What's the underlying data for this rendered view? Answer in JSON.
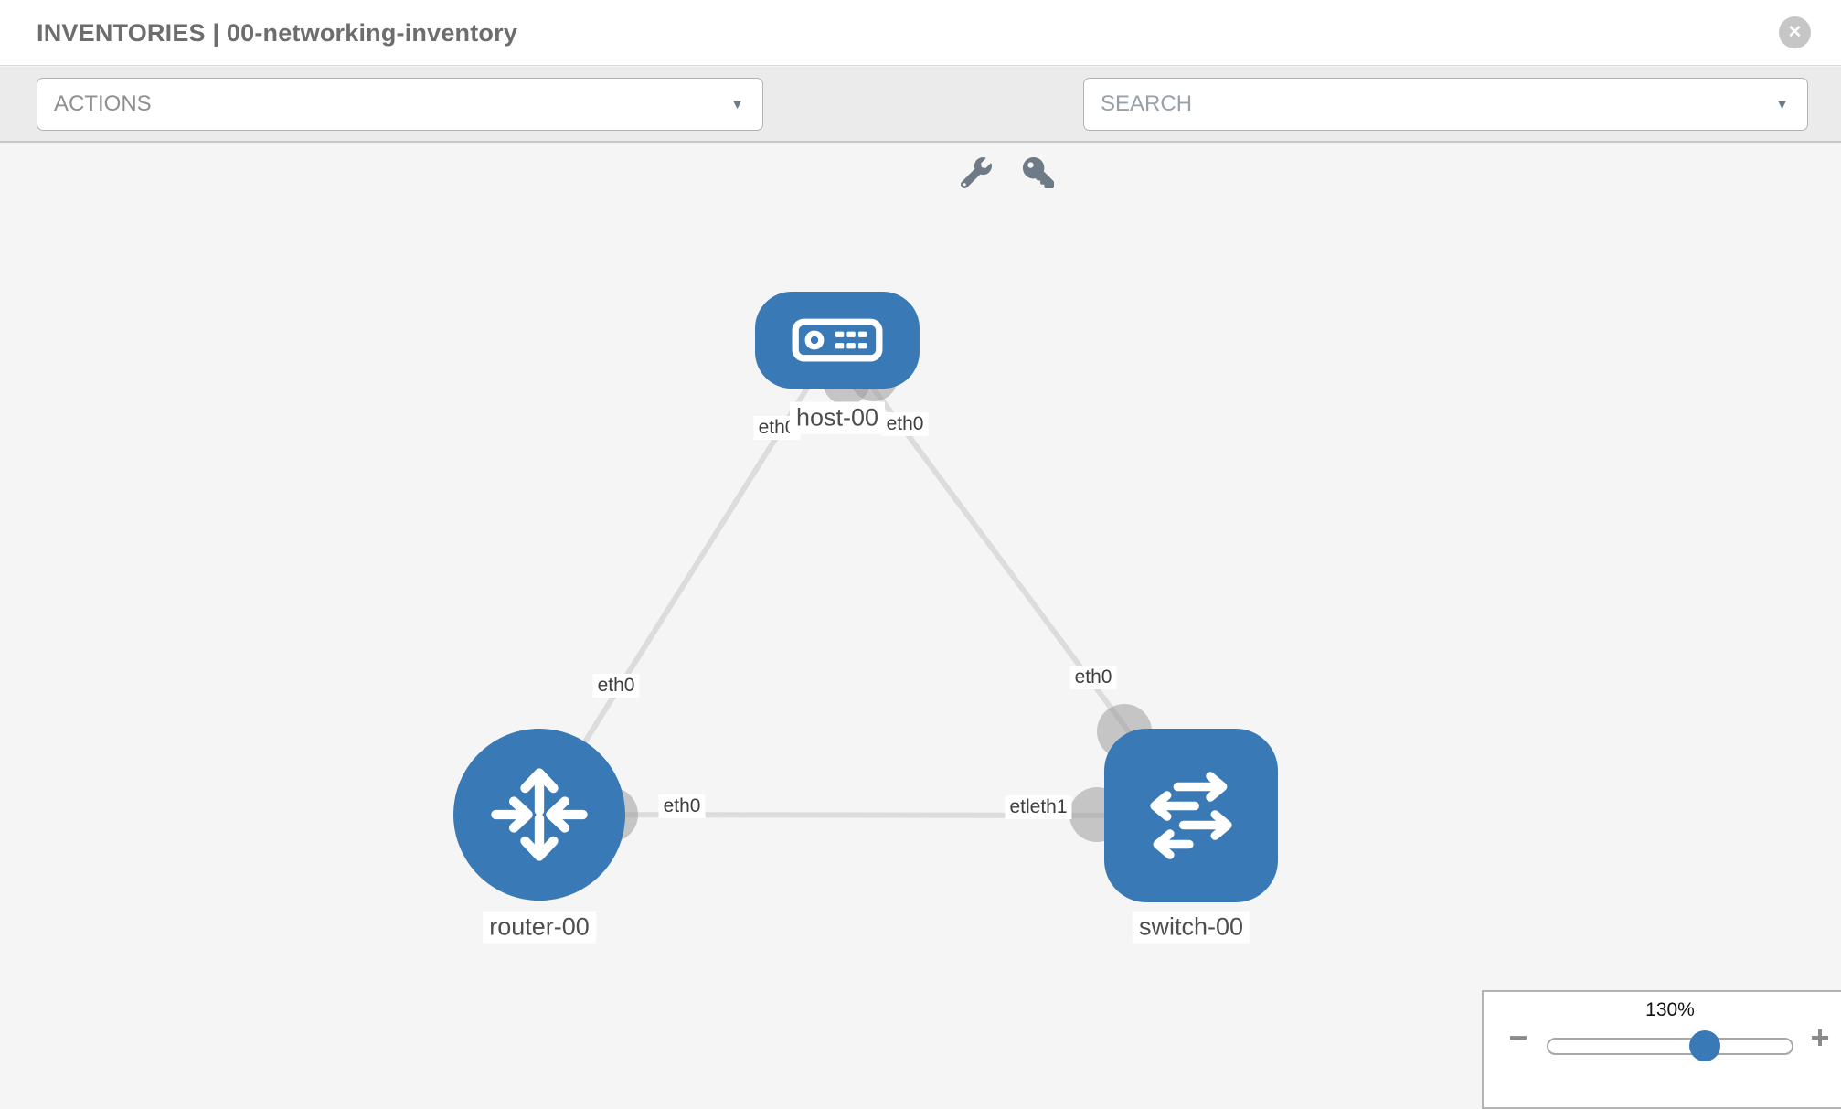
{
  "header": {
    "title": "INVENTORIES | 00-networking-inventory",
    "close_icon_glyph": "✕"
  },
  "ui": {
    "caret_glyph": "▼"
  },
  "toolbar": {
    "actions": {
      "label": "ACTIONS"
    },
    "tools": [
      {
        "name": "wrench-icon"
      },
      {
        "name": "key-icon"
      }
    ],
    "search": {
      "placeholder": "SEARCH",
      "value": ""
    }
  },
  "topology": {
    "nodes": [
      {
        "label": "host-00",
        "type": "host"
      },
      {
        "label": "router-00",
        "type": "router"
      },
      {
        "label": "switch-00",
        "type": "switch"
      }
    ],
    "interface_labels": [
      "eth0",
      "eth0",
      "eth0",
      "eth0",
      "eth0",
      "etleth1"
    ],
    "links": [
      {
        "from": "router-00",
        "to": "host-00"
      },
      {
        "from": "host-00",
        "to": "switch-00"
      },
      {
        "from": "router-00",
        "to": "switch-00"
      }
    ],
    "colors": {
      "node_blue": "#3879b6",
      "link_gray": "#dcdcdc"
    }
  },
  "zoom": {
    "level": "130%",
    "minus_glyph": "−",
    "plus_glyph": "+"
  }
}
